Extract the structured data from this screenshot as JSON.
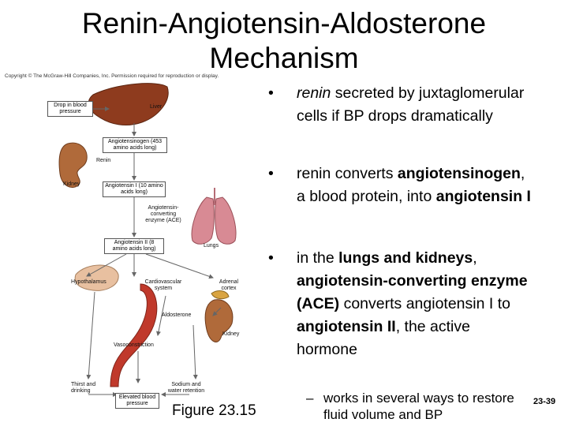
{
  "title": "Renin-Angiotensin-Aldosterone Mechanism",
  "copyright": "Copyright © The McGraw-Hill Companies, Inc. Permission required for reproduction or display.",
  "diagram": {
    "drop_bp": "Drop in blood pressure",
    "liver": "Liver",
    "angiotensinogen": "Angiotensinogen (453 amino acids long)",
    "renin": "Renin",
    "kidney_top": "Kidney",
    "angiotensin1": "Angiotensin I (10 amino acids long)",
    "ace": "Angiotensin-converting enzyme (ACE)",
    "angiotensin2": "Angiotensin II (8 amino acids long)",
    "lungs": "Lungs",
    "hypothalamus": "Hypothalamus",
    "cardiovascular": "Cardiovascular system",
    "adrenal": "Adrenal cortex",
    "aldosterone": "Aldosterone",
    "kidney_bottom": "Kidney",
    "vasoconstriction": "Vasoconstriction",
    "thirst": "Thirst and drinking",
    "sodium": "Sodium and water retention",
    "elevated_bp": "Elevated blood pressure",
    "figure": "Figure 23.15"
  },
  "bullets": {
    "b1_em": "renin",
    "b1_rest": " secreted by juxtaglomerular cells if BP drops dramatically",
    "b2_pre": "renin converts ",
    "b2_bold1": "angiotensinogen",
    "b2_mid": ", a blood protein, into ",
    "b2_bold2": "angiotensin I",
    "b3_pre": "in the ",
    "b3_bold1": "lungs and kidneys",
    "b3_mid1": ", ",
    "b3_bold2": "angiotensin-converting enzyme (ACE)",
    "b3_mid2": " converts angiotensin I  to ",
    "b3_bold3": "angiotensin II",
    "b3_end": ", the active hormone",
    "dot": "•",
    "sub_dash": "–",
    "sub": "works in several ways to restore fluid volume and BP"
  },
  "page_number": "23-39",
  "colors": {
    "liver": "#8e3b1e",
    "kidney": "#b06a3a",
    "lungs": "#d88a94",
    "vessel": "#c0392b",
    "adrenal": "#d9a441",
    "brain": "#e8c0a0"
  }
}
